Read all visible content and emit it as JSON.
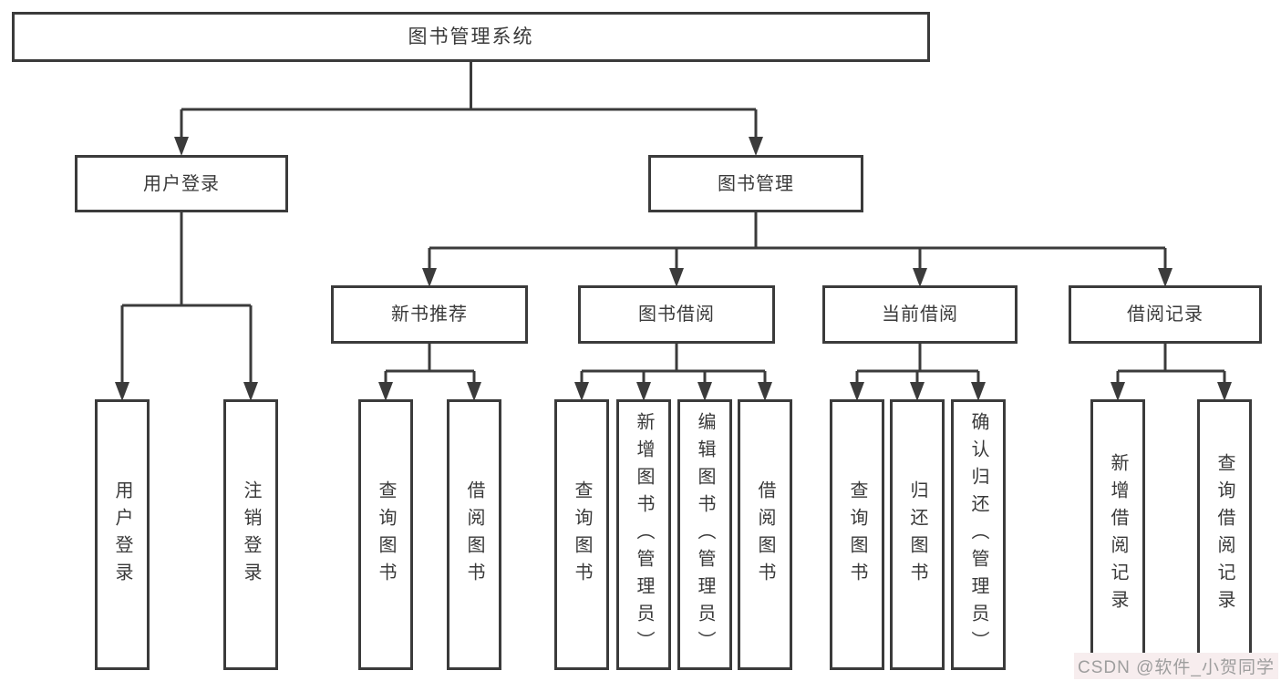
{
  "diagram": {
    "root": {
      "label": "图书管理系统"
    },
    "level2": [
      {
        "label": "用户登录"
      },
      {
        "label": "图书管理"
      }
    ],
    "level3": [
      {
        "label": "新书推荐"
      },
      {
        "label": "图书借阅"
      },
      {
        "label": "当前借阅"
      },
      {
        "label": "借阅记录"
      }
    ],
    "leaves": [
      {
        "label": "用户登录"
      },
      {
        "label": "注销登录"
      },
      {
        "label": "查询图书"
      },
      {
        "label": "借阅图书"
      },
      {
        "label": "查询图书"
      },
      {
        "label": "新增图书（管理员）"
      },
      {
        "label": "编辑图书（管理员）"
      },
      {
        "label": "借阅图书"
      },
      {
        "label": "查询图书"
      },
      {
        "label": "归还图书"
      },
      {
        "label": "确认归还（管理员）"
      },
      {
        "label": "新增借阅记录"
      },
      {
        "label": "查询借阅记录"
      }
    ]
  },
  "watermark": {
    "text": "CSDN @软件_小贺同学"
  },
  "colors": {
    "line": "#3b3b3b",
    "text": "#3a3a3a",
    "background": "#ffffff",
    "watermark": "#9e9e9e",
    "watermark_bg": "#f7edee"
  }
}
